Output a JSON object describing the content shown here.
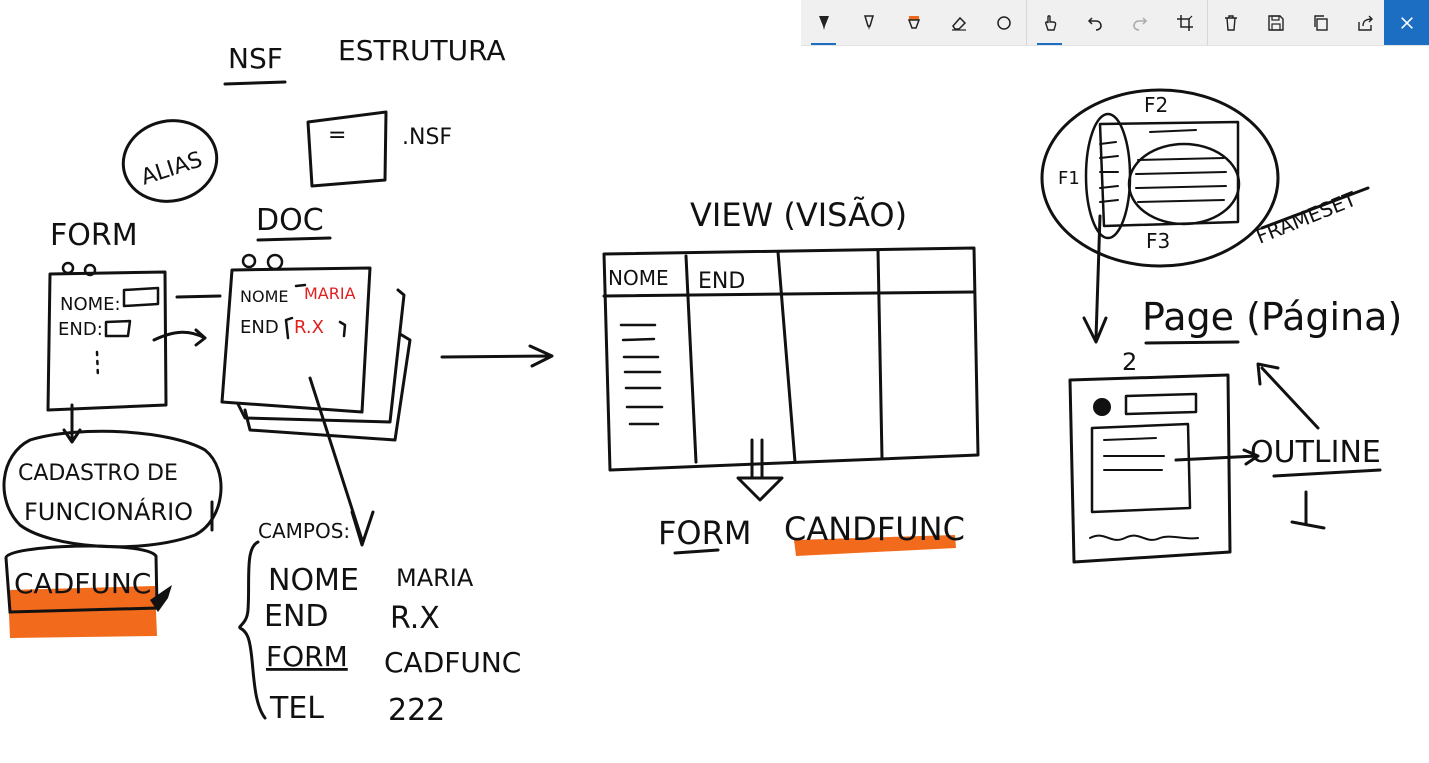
{
  "whiteboard": {
    "header": {
      "nsf": "NSF",
      "estrutura": "ESTRUTURA"
    },
    "nsf_file": {
      "ext": ".NSF",
      "mark": "="
    },
    "alias": "ALIAS",
    "form": {
      "title": "FORM",
      "field_nome": "NOME:",
      "field_end": "END:"
    },
    "doc": {
      "title": "DOC",
      "field_nome": "NOME",
      "value_nome": "MARIA",
      "field_end": "END",
      "value_end": "R.X"
    },
    "alias_bubble": {
      "line1": "CADASTRO DE",
      "line2": "FUNCIONÁRIO"
    },
    "cadfunc_label": "CADFUNC",
    "campos": {
      "title": "CAMPOS:",
      "rows": [
        {
          "field": "NOME",
          "value": "MARIA"
        },
        {
          "field": "END",
          "value": "R.X"
        },
        {
          "field": "FORM",
          "value": "CADFUNC"
        },
        {
          "field": "TEL",
          "value": "222"
        }
      ]
    },
    "view": {
      "title": "VIEW (VISÃO)",
      "col1": "NOME",
      "col2": "END"
    },
    "view_form": {
      "form": "FORM",
      "name": "CANDFUNC"
    },
    "frameset": {
      "label": "FRAMESET",
      "f1": "F1",
      "f2": "F2",
      "f3": "F3"
    },
    "page": {
      "title": "Page (Página)",
      "number": "2",
      "outline": "OUTLINE"
    }
  },
  "toolbar": {
    "tools": [
      {
        "name": "ballpoint-pen",
        "icon": "pen-icon"
      },
      {
        "name": "pencil",
        "icon": "pencil-icon"
      },
      {
        "name": "highlighter",
        "icon": "highlighter-icon"
      },
      {
        "name": "eraser",
        "icon": "eraser-icon"
      },
      {
        "name": "ruler",
        "icon": "ruler-icon"
      },
      {
        "name": "touch-writing",
        "icon": "touch-icon"
      },
      {
        "name": "undo",
        "icon": "undo-icon"
      },
      {
        "name": "redo",
        "icon": "redo-icon"
      },
      {
        "name": "crop",
        "icon": "crop-icon"
      },
      {
        "name": "delete",
        "icon": "trash-icon"
      },
      {
        "name": "save",
        "icon": "save-icon"
      },
      {
        "name": "copy",
        "icon": "copy-icon"
      },
      {
        "name": "share",
        "icon": "share-icon"
      },
      {
        "name": "close",
        "icon": "close-icon"
      }
    ]
  },
  "colors": {
    "ink": "#111111",
    "red_ink": "#e02020",
    "highlight_orange": "#f26a1b",
    "accent_blue": "#1b6ec2"
  }
}
